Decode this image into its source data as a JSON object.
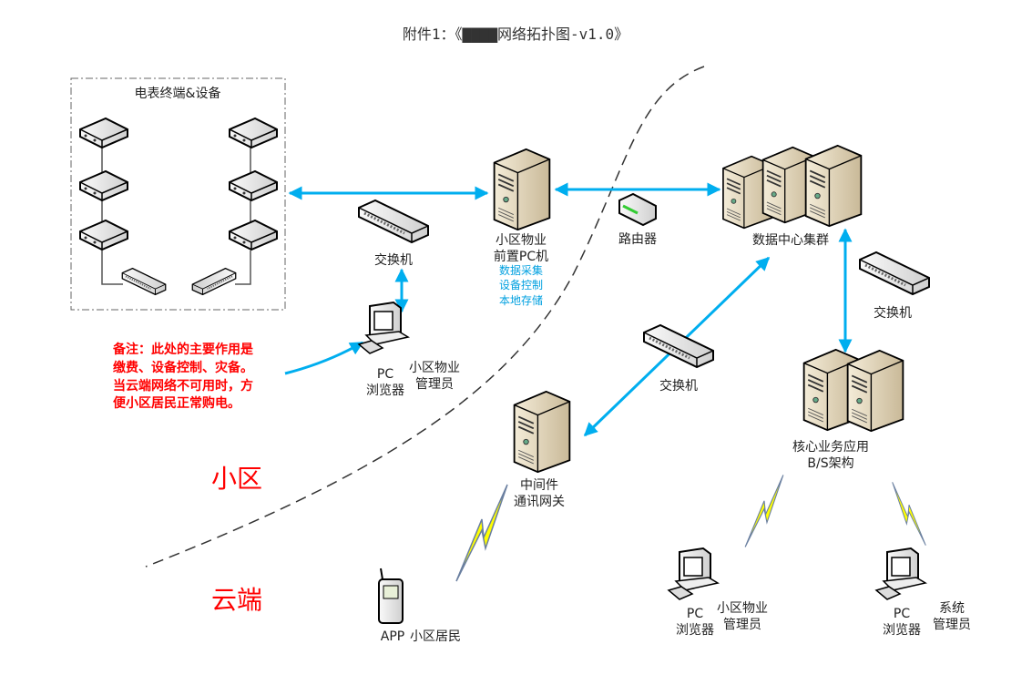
{
  "title": "附件1：《▇▇▇▇网络拓扑图-v1.0》",
  "meter_box": {
    "label": "电表终端&设备"
  },
  "nodes": {
    "switch_local": "交换机",
    "front_pc": {
      "line1": "小区物业",
      "line2": "前置PC机",
      "functions": [
        "数据采集",
        "设备控制",
        "本地存储"
      ]
    },
    "router": "路由器",
    "datacenter": "数据中心集群",
    "switch_dc": "交换机",
    "switch_mid": "交换机",
    "core_app": {
      "line1": "核心业务应用",
      "line2": "B/S架构"
    },
    "middleware": {
      "line1": "中间件",
      "line2": "通讯网关"
    },
    "local_pc": {
      "pc1": "PC",
      "pc2": "浏览器",
      "user1": "小区物业",
      "user2": "管理员"
    },
    "resident": {
      "app": "APP",
      "user": "小区居民"
    },
    "cloud_pc_property": {
      "pc1": "PC",
      "pc2": "浏览器",
      "user1": "小区物业",
      "user2": "管理员"
    },
    "cloud_pc_admin": {
      "pc1": "PC",
      "pc2": "浏览器",
      "user1": "系统",
      "user2": "管理员"
    }
  },
  "note": [
    "备注：此处的主要作用是",
    "缴费、设备控制、灾备。",
    "当云端网络不可用时，方",
    "便小区居民正常购电。"
  ],
  "zones": {
    "community": "小区",
    "cloud": "云端"
  },
  "colors": {
    "link": "#00aeef",
    "note": "#ff0000",
    "lightning": "#ffff00"
  }
}
